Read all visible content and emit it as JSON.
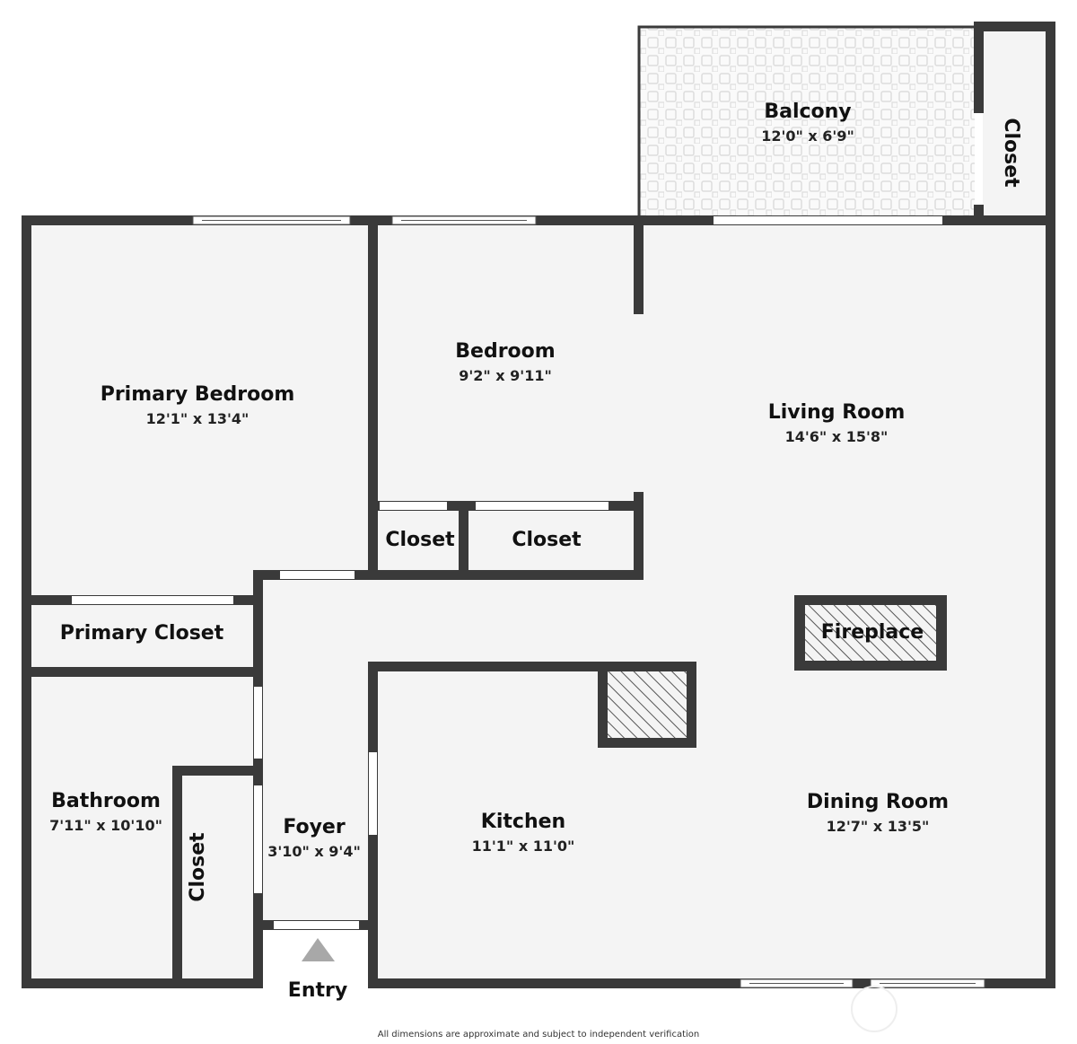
{
  "rooms": {
    "balcony": {
      "name": "Balcony",
      "dim": "12'0\" x 6'9\""
    },
    "balcony_closet": {
      "name": "Closet"
    },
    "primary_bedroom": {
      "name": "Primary Bedroom",
      "dim": "12'1\" x 13'4\""
    },
    "bedroom": {
      "name": "Bedroom",
      "dim": "9'2\" x 9'11\""
    },
    "living_room": {
      "name": "Living Room",
      "dim": "14'6\" x 15'8\""
    },
    "closet_a": {
      "name": "Closet"
    },
    "closet_b": {
      "name": "Closet"
    },
    "primary_closet": {
      "name": "Primary Closet"
    },
    "fireplace": {
      "name": "Fireplace"
    },
    "bathroom": {
      "name": "Bathroom",
      "dim": "7'11\" x 10'10\""
    },
    "bath_closet": {
      "name": "Closet"
    },
    "foyer": {
      "name": "Foyer",
      "dim": "3'10\" x 9'4\""
    },
    "kitchen": {
      "name": "Kitchen",
      "dim": "11'1\" x 11'0\""
    },
    "dining_room": {
      "name": "Dining Room",
      "dim": "12'7\" x 13'5\""
    },
    "entry": {
      "name": "Entry"
    }
  },
  "footer_note": "All dimensions are approximate and subject to independent verification",
  "colors": {
    "wall": "#3a3a3a",
    "floor": "#f4f4f4",
    "entry_arrow": "#a8a8a8"
  }
}
